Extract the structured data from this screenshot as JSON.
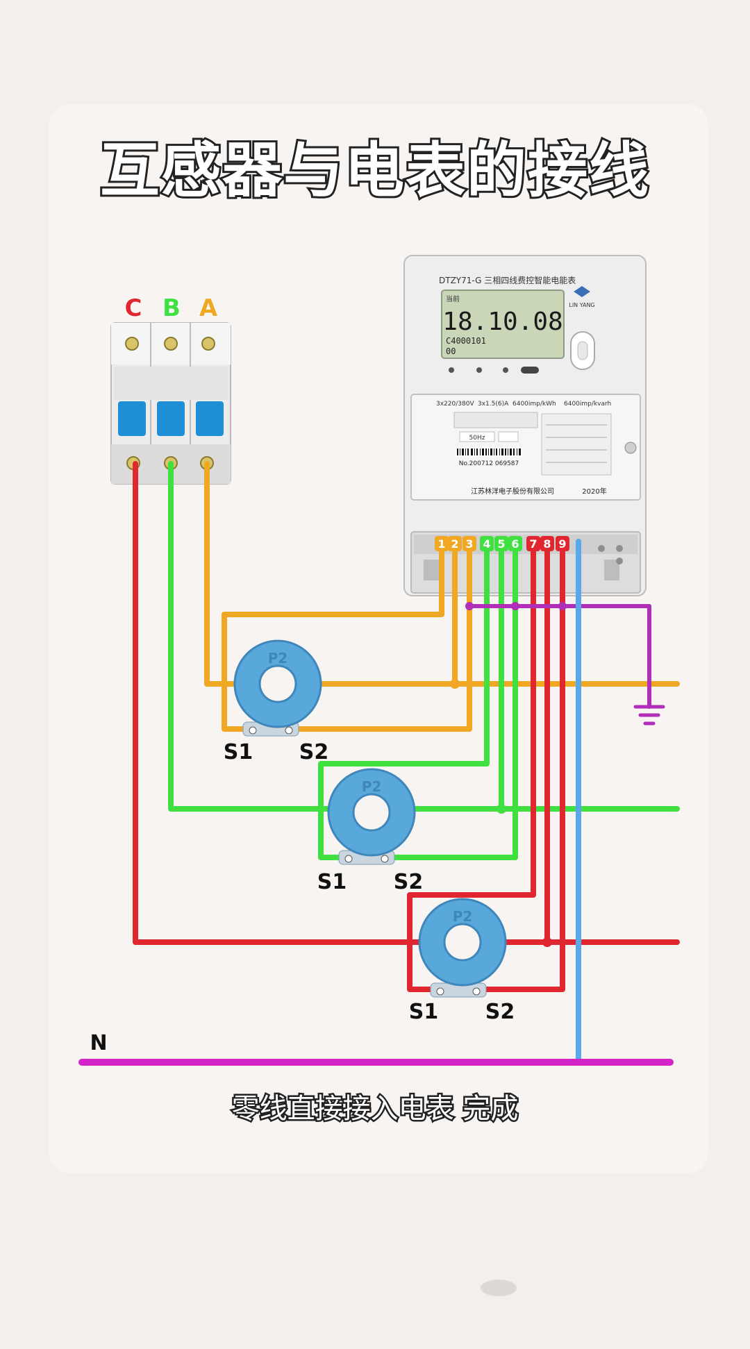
{
  "title": "互感器与电表的接线",
  "caption": "零线直接接入电表 完成",
  "breaker": {
    "phase_labels": [
      "C",
      "B",
      "A"
    ]
  },
  "meter": {
    "model": "DTZY71-G 三相四线费控智能电能表",
    "display_main": "18.10.08",
    "display_sub": "C4000101",
    "display_small": "00",
    "top_label": "当前",
    "specs": [
      "3x220/380V",
      "3x1.5(6)A",
      "6400imp/kWh",
      "6400imp/kvarh"
    ],
    "frequency": "50Hz",
    "serial": "No.200712 069587",
    "manufacturer": "江苏林洋电子股份有限公司",
    "year": "2020年",
    "brand": "LIN YANG",
    "terminal_numbers": [
      "1",
      "2",
      "3",
      "4",
      "5",
      "6",
      "7",
      "8",
      "9"
    ]
  },
  "ct_transformers": [
    {
      "primary_label": "P2",
      "s1": "S1",
      "s2": "S2"
    },
    {
      "primary_label": "P2",
      "s1": "S1",
      "s2": "S2"
    },
    {
      "primary_label": "P2",
      "s1": "S1",
      "s2": "S2"
    }
  ],
  "neutral_label": "N",
  "colors": {
    "phase_a": "#f0a824",
    "phase_b": "#3fe03f",
    "phase_c": "#e0262f",
    "neutral": "#d424c8",
    "earth": "#b12fb8",
    "meter_neutral": "#5aa8ec",
    "ct_body": "#58a8dc"
  }
}
